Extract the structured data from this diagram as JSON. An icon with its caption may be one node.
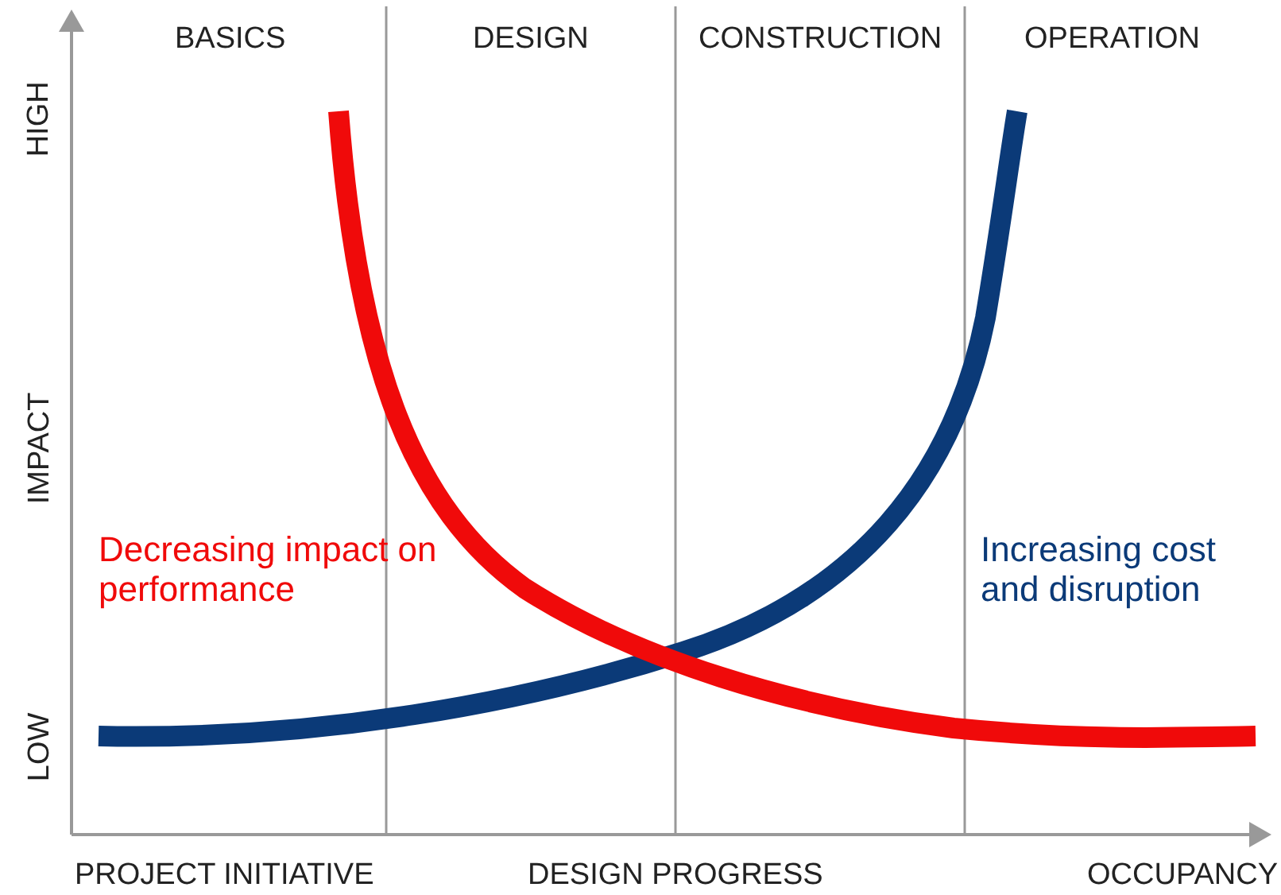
{
  "diagram": {
    "labels": [
      "BASICS",
      "DESIGN",
      "CONSTRUCTION",
      "OPERATION",
      "HIGH",
      "IMPACT",
      "LOW",
      "Decreasing impact on performance",
      "Increasing cost and disruption",
      "PROJECT INITIATIVE",
      "DESIGN PROGRESS",
      "OCCUPANCY"
    ]
  }
}
